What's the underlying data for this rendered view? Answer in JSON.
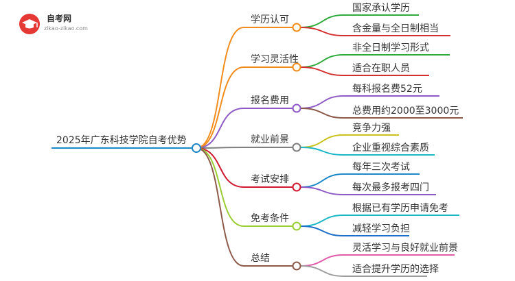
{
  "logo": {
    "brand": "自考网",
    "domain": "zikao-zikao.com"
  },
  "mindmap": {
    "root": "2025年广东科技学院自考优势",
    "root_color": "#1e88c7",
    "branches": [
      {
        "label": "学历认可",
        "color": "#f28c1c",
        "leaves": [
          {
            "label": "国家承认学历",
            "color": "#2eaa3a"
          },
          {
            "label": "含金量与全日制相当",
            "color": "#d32f2f"
          }
        ]
      },
      {
        "label": "学习灵活性",
        "color": "#f28c1c",
        "leaves": [
          {
            "label": "非全日制学习形式",
            "color": "#2eaa3a"
          },
          {
            "label": "适合在职人员",
            "color": "#d32f2f"
          }
        ]
      },
      {
        "label": "报名费用",
        "color": "#8e5bc6",
        "leaves": [
          {
            "label": "每科报名费52元",
            "color": "#8e5bc6"
          },
          {
            "label": "总费用约2000至3000元",
            "color": "#8d5a4a"
          }
        ]
      },
      {
        "label": "就业前景",
        "color": "#7f7f7f",
        "leaves": [
          {
            "label": "竞争力强",
            "color": "#c9c21a"
          },
          {
            "label": "企业重视综合素质",
            "color": "#1ab7c9"
          }
        ]
      },
      {
        "label": "考试安排",
        "color": "#d0192e",
        "leaves": [
          {
            "label": "每年三次考试",
            "color": "#1e88c7"
          },
          {
            "label": "每次最多报考四门",
            "color": "#8e5bc6"
          }
        ]
      },
      {
        "label": "免考条件",
        "color": "#9acd32",
        "leaves": [
          {
            "label": "根据已有学历申请免考",
            "color": "#1ab7c9"
          },
          {
            "label": "减轻学习负担",
            "color": "#1e6fc7"
          }
        ]
      },
      {
        "label": "总结",
        "color": "#8d5a4a",
        "leaves": [
          {
            "label": "灵活学习与良好就业前景",
            "color": "#e05aa8"
          },
          {
            "label": "适合提升学历的选择",
            "color": "#9e9e9e"
          }
        ]
      }
    ]
  }
}
